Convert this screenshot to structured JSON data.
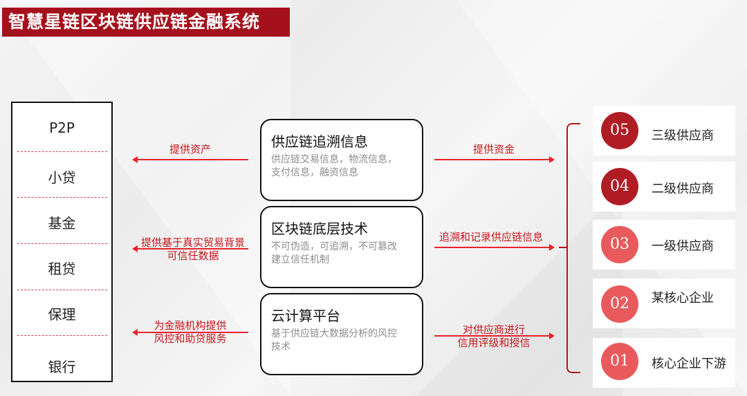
{
  "title": "智慧星链区块链供应链金融系统",
  "colors": {
    "title_bg": "#a4111c",
    "arrow": "#e8232a",
    "arrow_text": "#c8161d",
    "badge_dark": "#b01c24",
    "badge_light": "#e85a5c",
    "bracket": "#b5141c"
  },
  "institutions": {
    "items": [
      "P2P",
      "小贷",
      "基金",
      "租贷",
      "保理",
      "银行"
    ]
  },
  "left_arrows": [
    {
      "label_lines": [
        "提供资产"
      ]
    },
    {
      "label_lines": [
        "提供基于真实贸易背景",
        "可信任数据"
      ]
    },
    {
      "label_lines": [
        "为金融机构提供",
        "风控和助贷服务"
      ]
    }
  ],
  "tech_boxes": [
    {
      "title": "供应链追溯信息",
      "desc_lines": [
        "供应链交易信息，物流信息，",
        "支付信息，融资信息"
      ]
    },
    {
      "title": "区块链底层技术",
      "desc_lines": [
        "不可伪造，可追溯，不可篡改",
        "建立信任机制"
      ]
    },
    {
      "title": "云计算平台",
      "desc_lines": [
        "基于供应链大数据分析的风控",
        "技术"
      ]
    }
  ],
  "right_arrows": [
    {
      "label_lines": [
        "提供资金"
      ]
    },
    {
      "label_lines": [
        "追溯和记录供应链信息"
      ]
    },
    {
      "label_lines": [
        "对供应商进行",
        "信用评级和授信"
      ]
    }
  ],
  "suppliers": [
    {
      "number": "05",
      "label": "三级供应商",
      "color": "#b01c24"
    },
    {
      "number": "04",
      "label": "二级供应商",
      "color": "#b01c24"
    },
    {
      "number": "03",
      "label": "一级供应商",
      "color": "#e85a5c"
    },
    {
      "number": "02",
      "label": "某核心企业",
      "color": "#e85a5c"
    },
    {
      "number": "01",
      "label": "核心企业下游",
      "color": "#e85a5c"
    }
  ]
}
